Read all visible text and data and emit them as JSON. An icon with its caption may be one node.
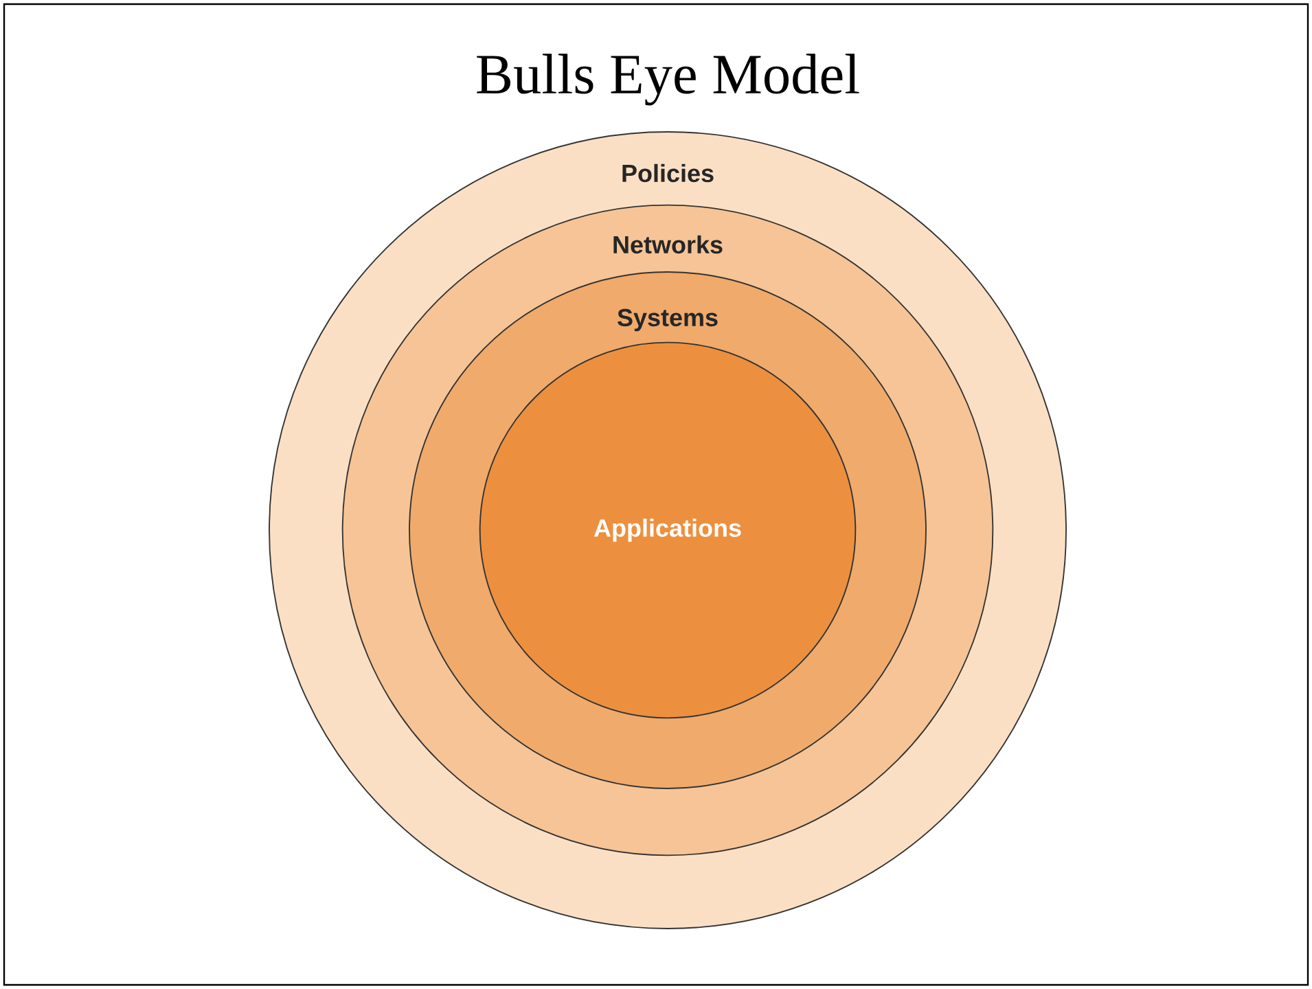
{
  "diagram": {
    "title": "Bulls Eye Model",
    "nodes": [
      {
        "text": [
          "Policies"
        ]
      },
      {
        "text": [
          "Networks"
        ],
        "in": 0
      },
      {
        "text": [
          "Systems"
        ],
        "in": 1
      },
      {
        "text": [
          "Applications"
        ],
        "in": 2
      }
    ]
  }
}
